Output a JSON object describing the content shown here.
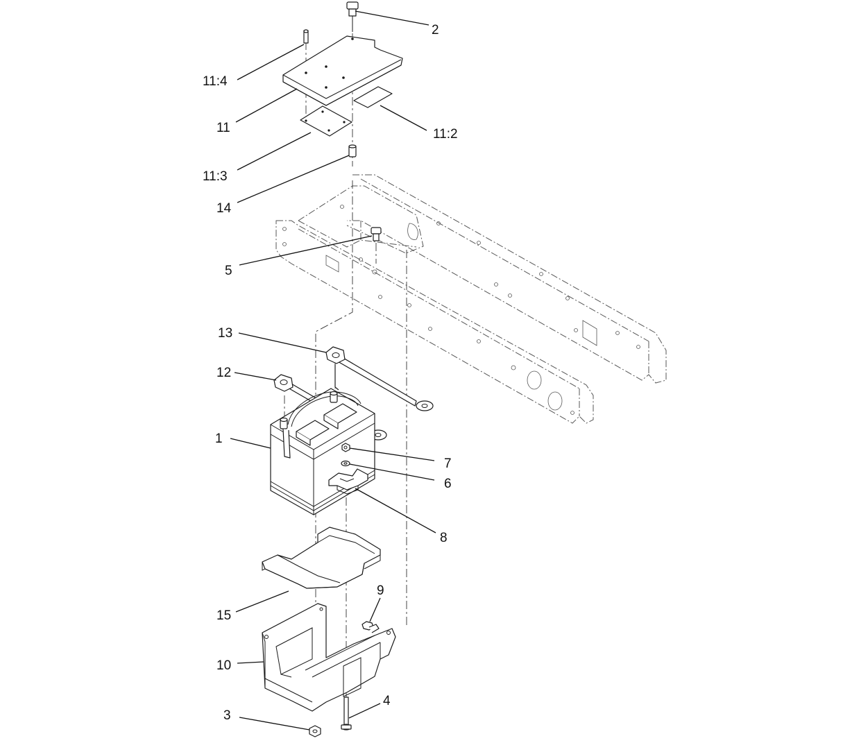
{
  "callouts": [
    {
      "id": "c1",
      "label": "1"
    },
    {
      "id": "c2",
      "label": "2"
    },
    {
      "id": "c3",
      "label": "3"
    },
    {
      "id": "c4",
      "label": "4"
    },
    {
      "id": "c5",
      "label": "5"
    },
    {
      "id": "c6",
      "label": "6"
    },
    {
      "id": "c7",
      "label": "7"
    },
    {
      "id": "c8",
      "label": "8"
    },
    {
      "id": "c9",
      "label": "9"
    },
    {
      "id": "c10",
      "label": "10"
    },
    {
      "id": "c11",
      "label": "11"
    },
    {
      "id": "c11_2",
      "label": "11:2"
    },
    {
      "id": "c11_3",
      "label": "11:3"
    },
    {
      "id": "c11_4",
      "label": "11:4"
    },
    {
      "id": "c12",
      "label": "12"
    },
    {
      "id": "c13",
      "label": "13"
    },
    {
      "id": "c14",
      "label": "14"
    },
    {
      "id": "c15",
      "label": "15"
    }
  ]
}
